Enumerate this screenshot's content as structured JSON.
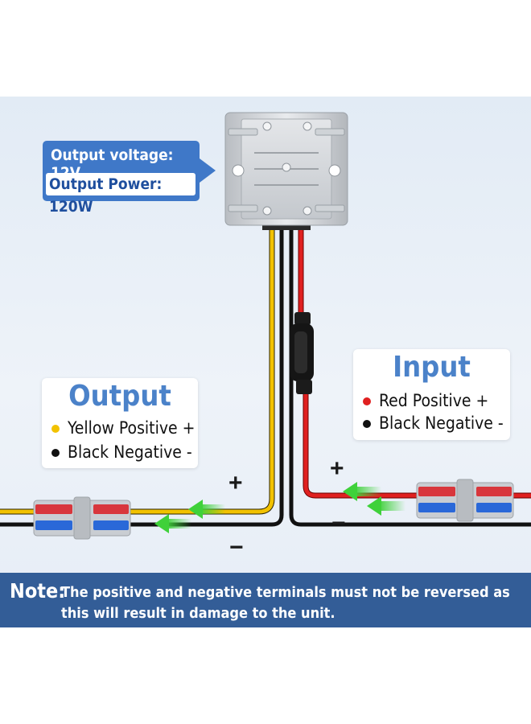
{
  "spec": {
    "output_voltage": "Output voltage: 12V",
    "output_power": "Output Power: 120W"
  },
  "output_legend": {
    "title": "Output",
    "rows": [
      {
        "text": "Yellow Positive +",
        "color": "#f2c200"
      },
      {
        "text": "Black Negative -",
        "color": "#111111"
      }
    ]
  },
  "input_legend": {
    "title": "Input",
    "rows": [
      {
        "text": "Red Positive +",
        "color": "#e02020"
      },
      {
        "text": "Black Negative -",
        "color": "#111111"
      }
    ]
  },
  "signs": {
    "output_plus": "+",
    "output_minus": "−",
    "input_plus": "+",
    "input_minus": "−"
  },
  "note": {
    "label": "Note:",
    "text": "The positive and negative terminals must not be reversed as this will result in damage to the unit."
  },
  "colors": {
    "accent_blue": "#3f78c8",
    "note_bar": "#335d97",
    "wire_yellow": "#f2c200",
    "wire_red": "#e02020",
    "wire_black": "#111111",
    "flow_arrow": "#3fd13a"
  }
}
